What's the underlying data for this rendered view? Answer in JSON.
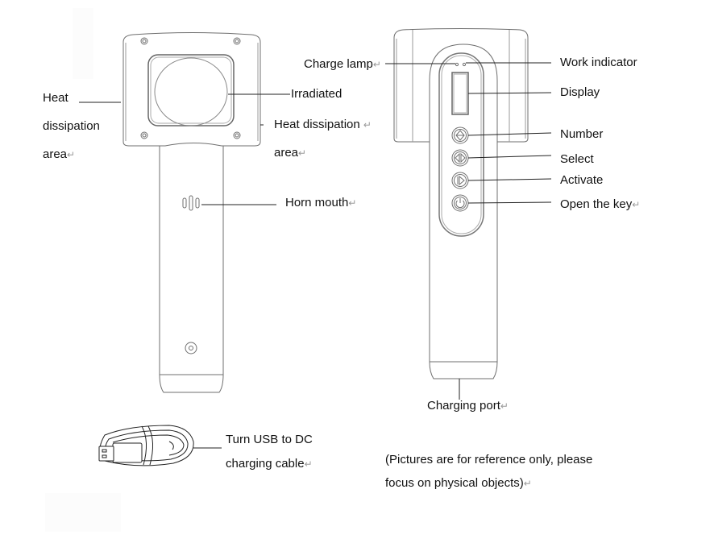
{
  "left_device": {
    "labels": {
      "heat_left_1": "Heat",
      "heat_left_2": "dissipation",
      "heat_left_3": "area",
      "irradiated": "Irradiated",
      "heat_right_1": "Heat dissipation",
      "heat_right_2": "area",
      "horn_mouth": "Horn mouth"
    }
  },
  "right_device": {
    "labels": {
      "charge_lamp": "Charge lamp",
      "work_indicator": "Work indicator",
      "display": "Display",
      "number": "Number",
      "select": "Select",
      "activate": "Activate",
      "open_the_key": "Open the key",
      "charging_port": "Charging port"
    },
    "buttons": [
      {
        "name": "number",
        "icon": "up-down-arrow-icon"
      },
      {
        "name": "select",
        "icon": "left-right-arrow-icon"
      },
      {
        "name": "activate",
        "icon": "play-icon"
      },
      {
        "name": "open-the-key",
        "icon": "power-icon"
      }
    ]
  },
  "cable": {
    "label_line1": "Turn USB to DC",
    "label_line2": "charging cable"
  },
  "note": {
    "line1": "(Pictures are for reference only, please",
    "line2": "focus on physical objects)"
  },
  "return_mark": "↵"
}
